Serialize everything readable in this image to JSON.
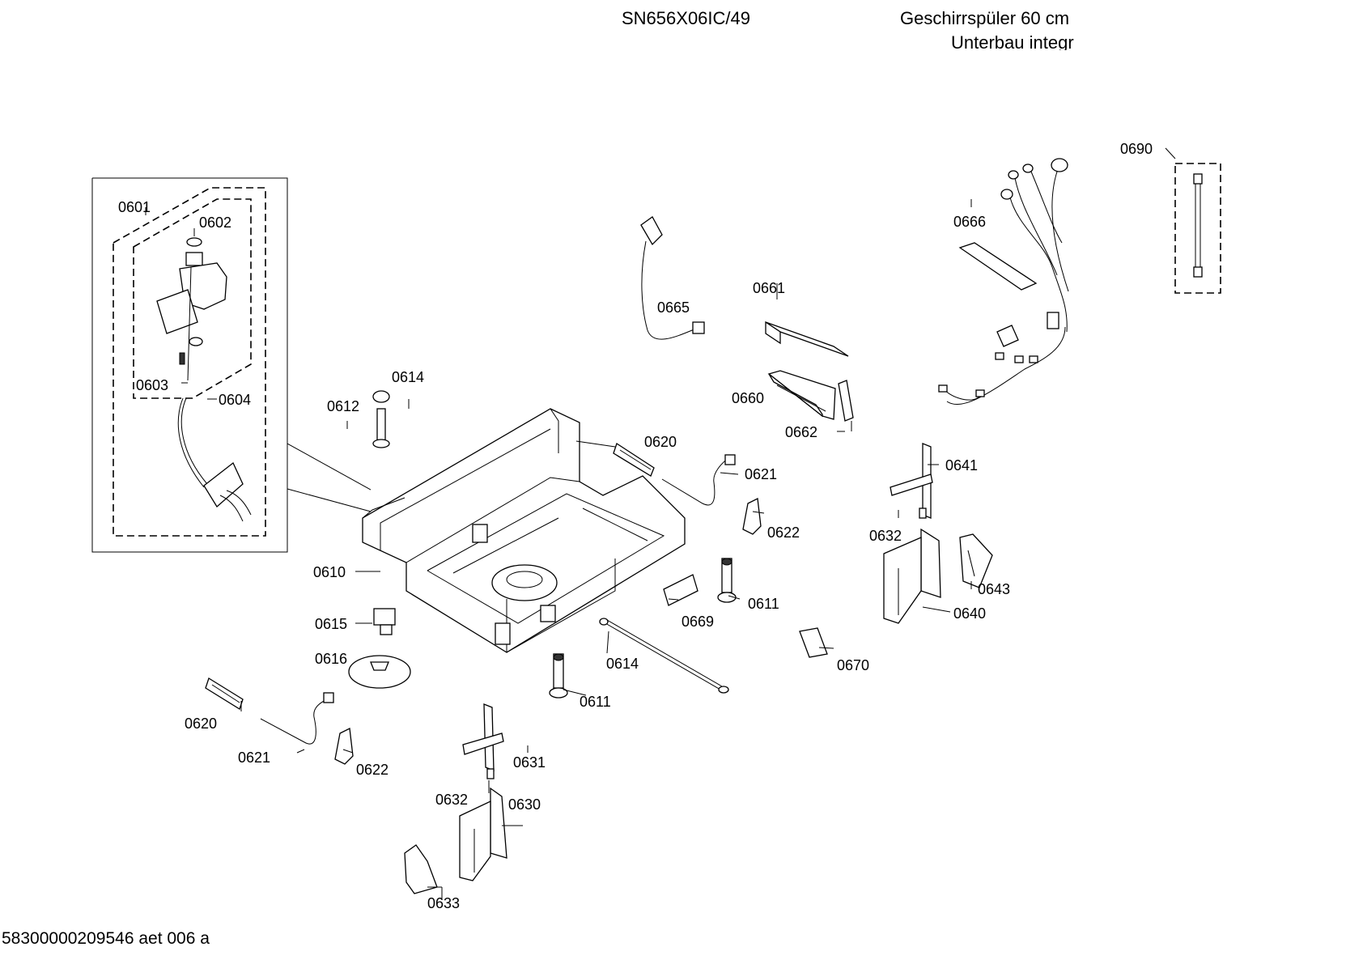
{
  "header": {
    "model": "SN656X06IC/49",
    "title_line1": "Geschirrspüler 60 cm",
    "title_line2": "Unterbau integr"
  },
  "footer": {
    "doc_id": "58300000209546 aet 006 a"
  },
  "labels": {
    "p0601": "0601",
    "p0602": "0602",
    "p0603": "0603",
    "p0604": "0604",
    "p0610": "0610",
    "p0611a": "0611",
    "p0611b": "0611",
    "p0612": "0612",
    "p0614a": "0614",
    "p0614b": "0614",
    "p0615": "0615",
    "p0616": "0616",
    "p0620a": "0620",
    "p0620b": "0620",
    "p0621a": "0621",
    "p0621b": "0621",
    "p0622a": "0622",
    "p0622b": "0622",
    "p0630": "0630",
    "p0631": "0631",
    "p0632a": "0632",
    "p0632b": "0632",
    "p0633": "0633",
    "p0640": "0640",
    "p0641": "0641",
    "p0643": "0643",
    "p0660": "0660",
    "p0661": "0661",
    "p0662": "0662",
    "p0665": "0665",
    "p0666": "0666",
    "p0669": "0669",
    "p0670": "0670",
    "p0690": "0690"
  }
}
